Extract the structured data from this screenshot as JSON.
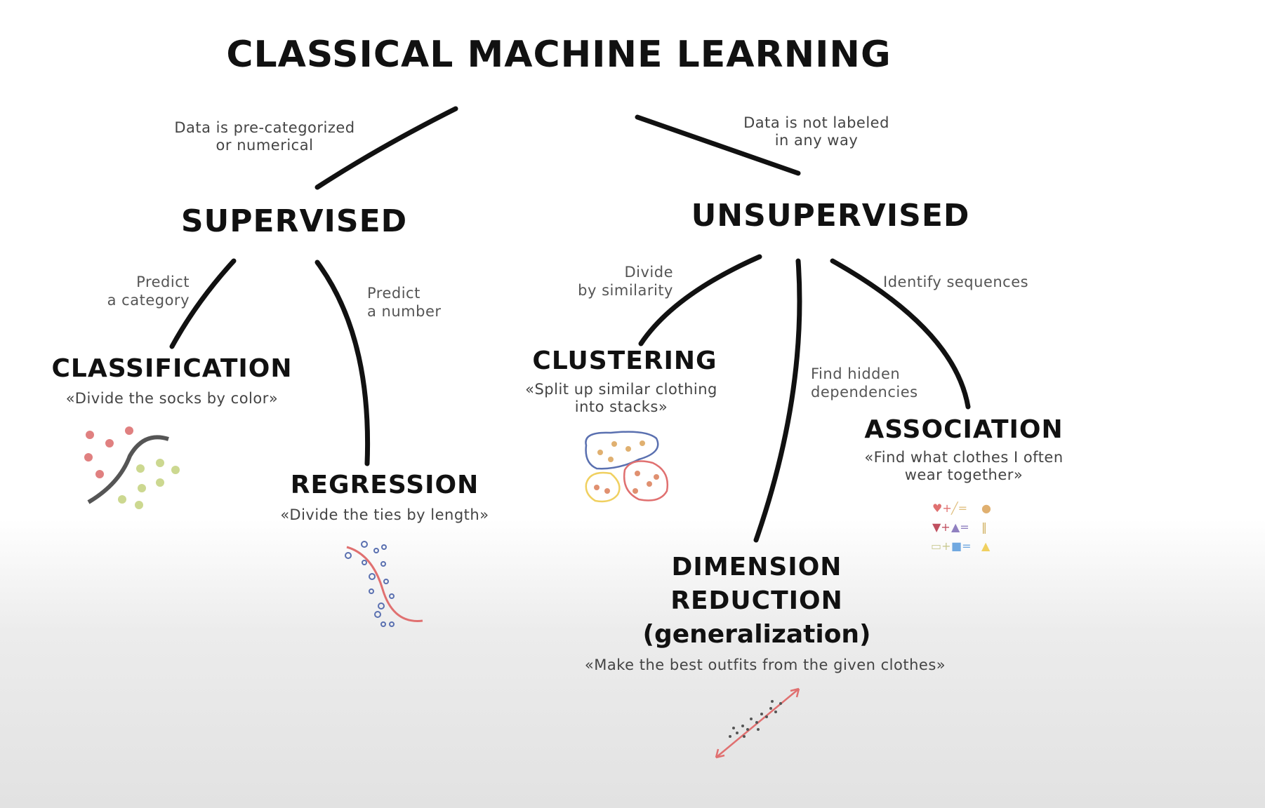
{
  "title": "CLASSICAL MACHINE LEARNING",
  "branches": {
    "supervised": {
      "label": "SUPERVISED",
      "edge": [
        "Data is pre-categorized",
        "or numerical"
      ]
    },
    "unsupervised": {
      "label": "UNSUPERVISED",
      "edge": [
        "Data is not labeled",
        "in any way"
      ]
    }
  },
  "nodes": {
    "classification": {
      "label": "CLASSIFICATION",
      "edge": [
        "Predict",
        "a category"
      ],
      "example": "«Divide the socks by color»"
    },
    "regression": {
      "label": "REGRESSION",
      "edge": [
        "Predict",
        "a number"
      ],
      "example": "«Divide the ties by length»"
    },
    "clustering": {
      "label": "CLUSTERING",
      "edge": [
        "Divide",
        "by similarity"
      ],
      "example": [
        "«Split up similar clothing",
        "into stacks»"
      ]
    },
    "dimension_reduction": {
      "label": [
        "DIMENSION",
        "REDUCTION",
        "(generalization)"
      ],
      "edge": [
        "Find hidden",
        "dependencies"
      ],
      "example": "«Make the best outfits from the given clothes»"
    },
    "association": {
      "label": "ASSOCIATION",
      "edge": [
        "Identify sequences"
      ],
      "example": [
        "«Find what clothes I often",
        "wear together»"
      ]
    }
  },
  "colors": {
    "red": "#e07070",
    "green": "#c8d890",
    "blue": "#5a70b0",
    "yellow": "#f0d060"
  }
}
